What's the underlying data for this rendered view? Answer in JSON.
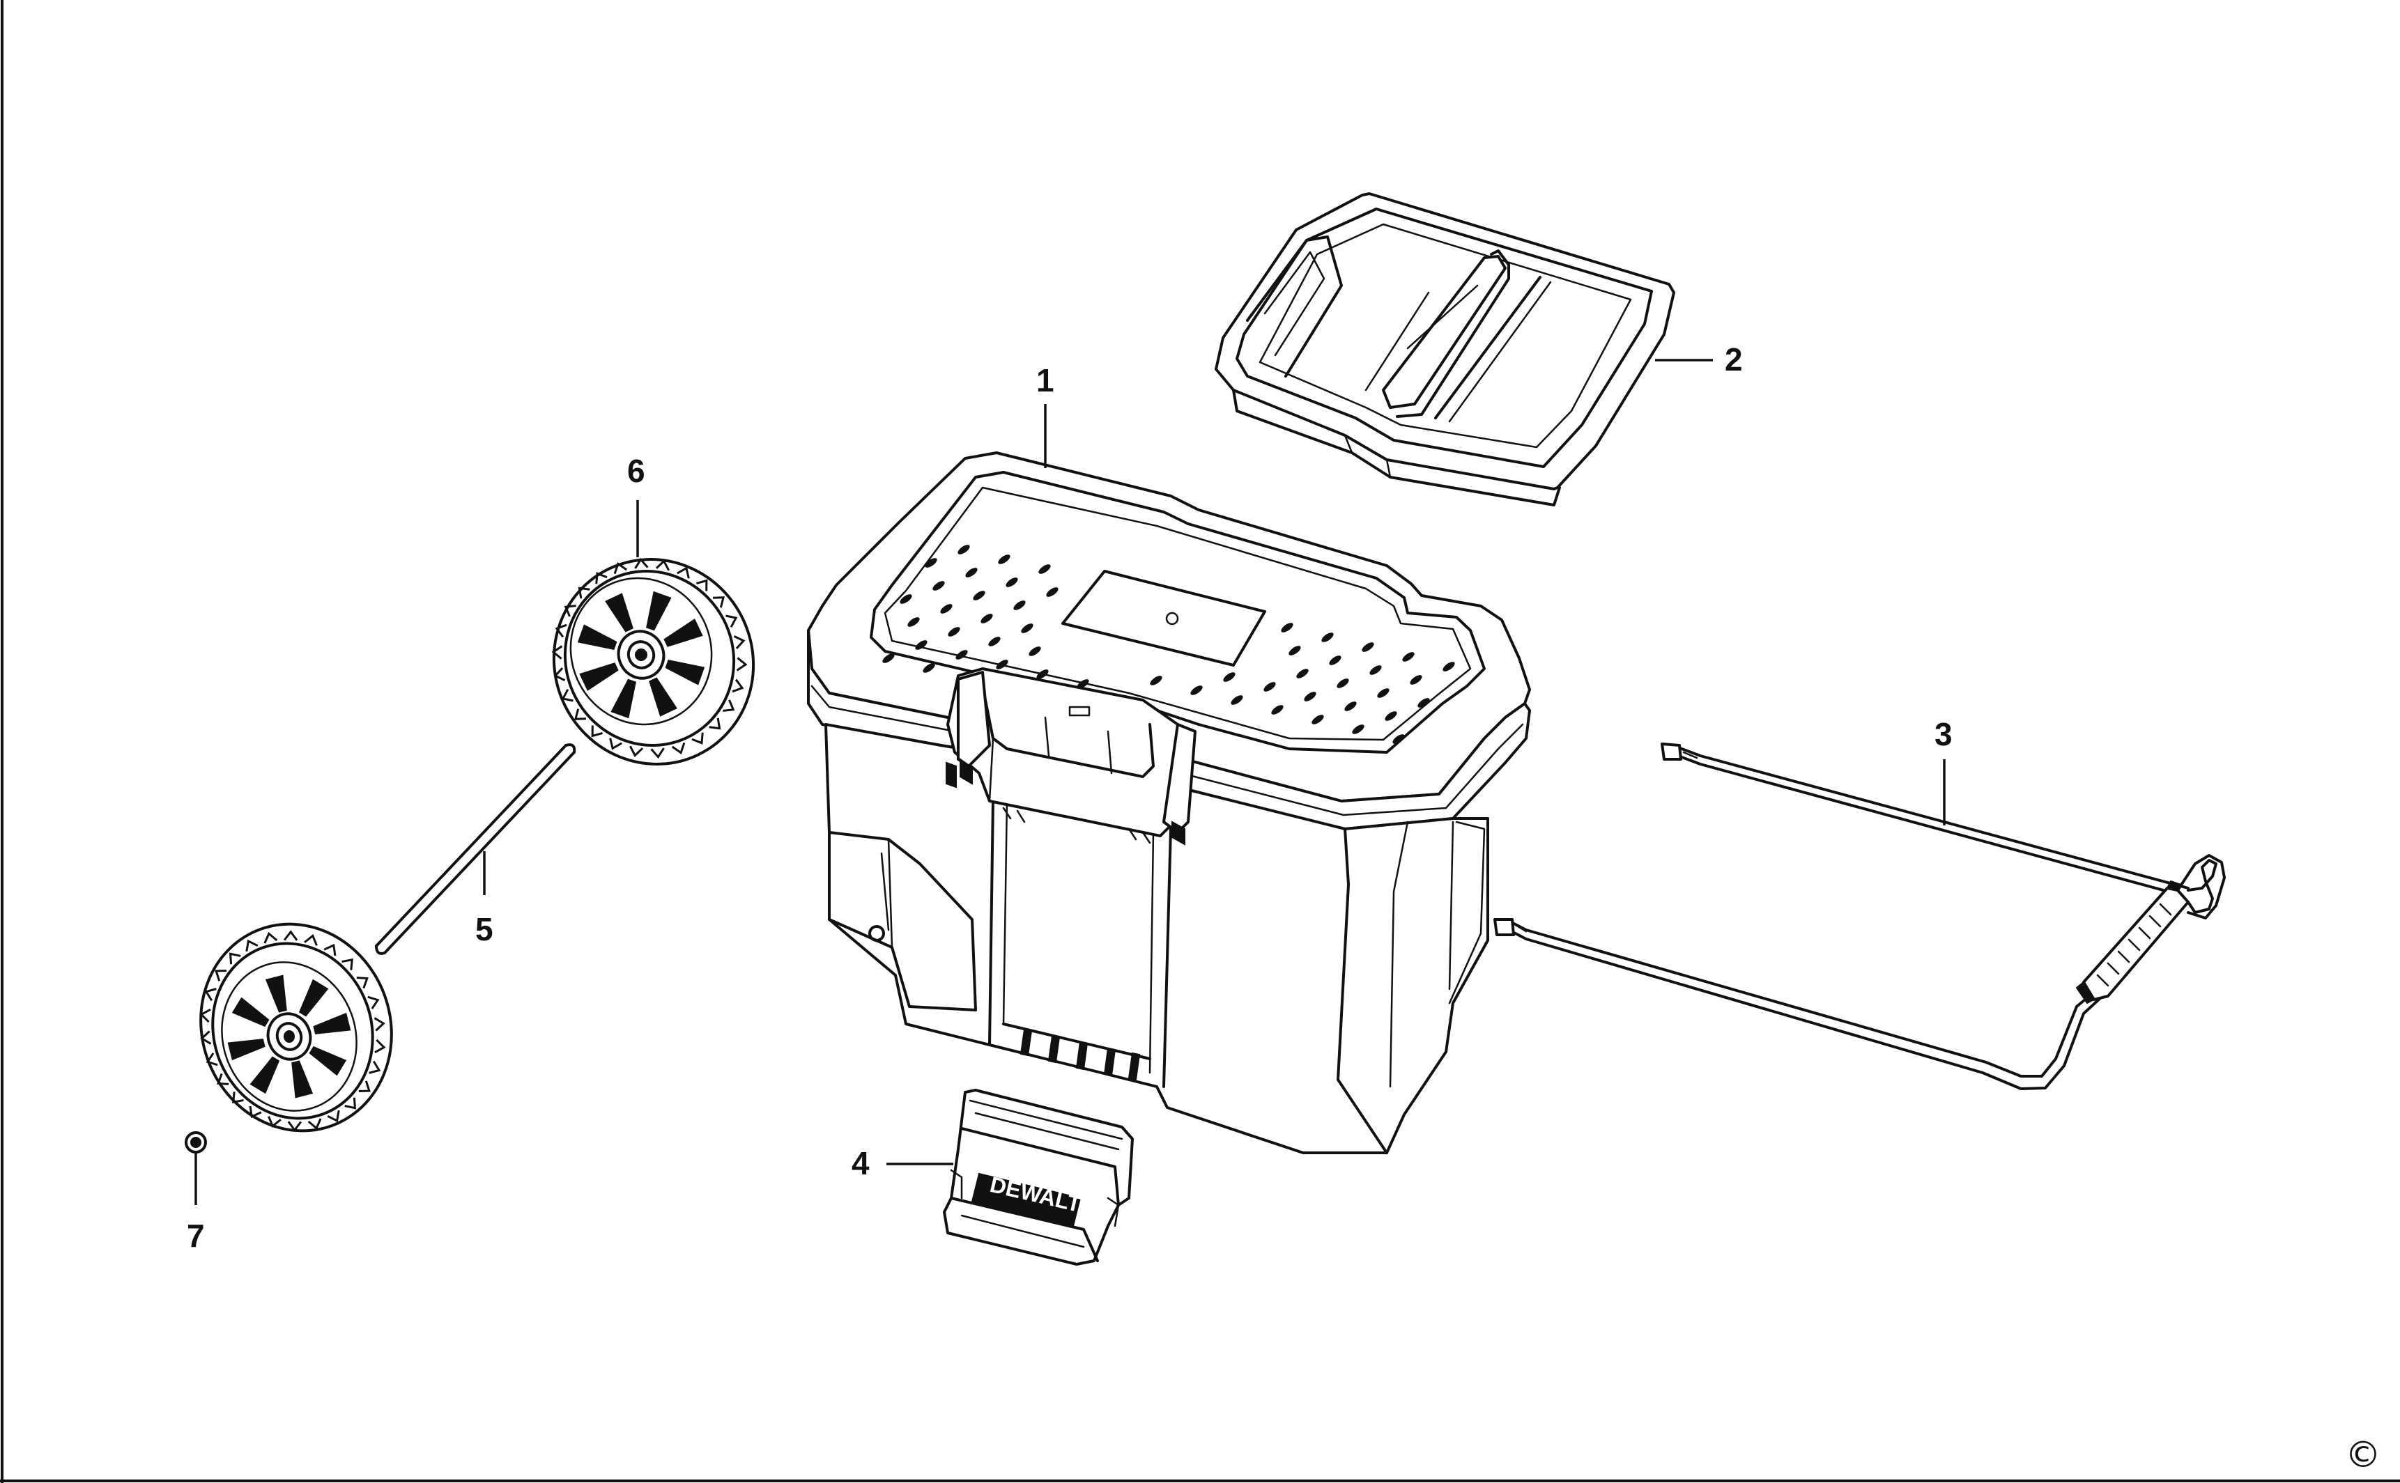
{
  "diagram": {
    "callouts": [
      {
        "id": "1",
        "label": "1",
        "part": "tool-box-body"
      },
      {
        "id": "2",
        "label": "2",
        "part": "tray"
      },
      {
        "id": "3",
        "label": "3",
        "part": "handle"
      },
      {
        "id": "4",
        "label": "4",
        "part": "latch"
      },
      {
        "id": "5",
        "label": "5",
        "part": "axle"
      },
      {
        "id": "6",
        "label": "6",
        "part": "wheel"
      },
      {
        "id": "7",
        "label": "7",
        "part": "cap-nut"
      }
    ],
    "latch_logo_text": "DEWALT",
    "copyright_symbol": "©"
  },
  "colors": {
    "line": "#111111",
    "background": "#ffffff"
  }
}
